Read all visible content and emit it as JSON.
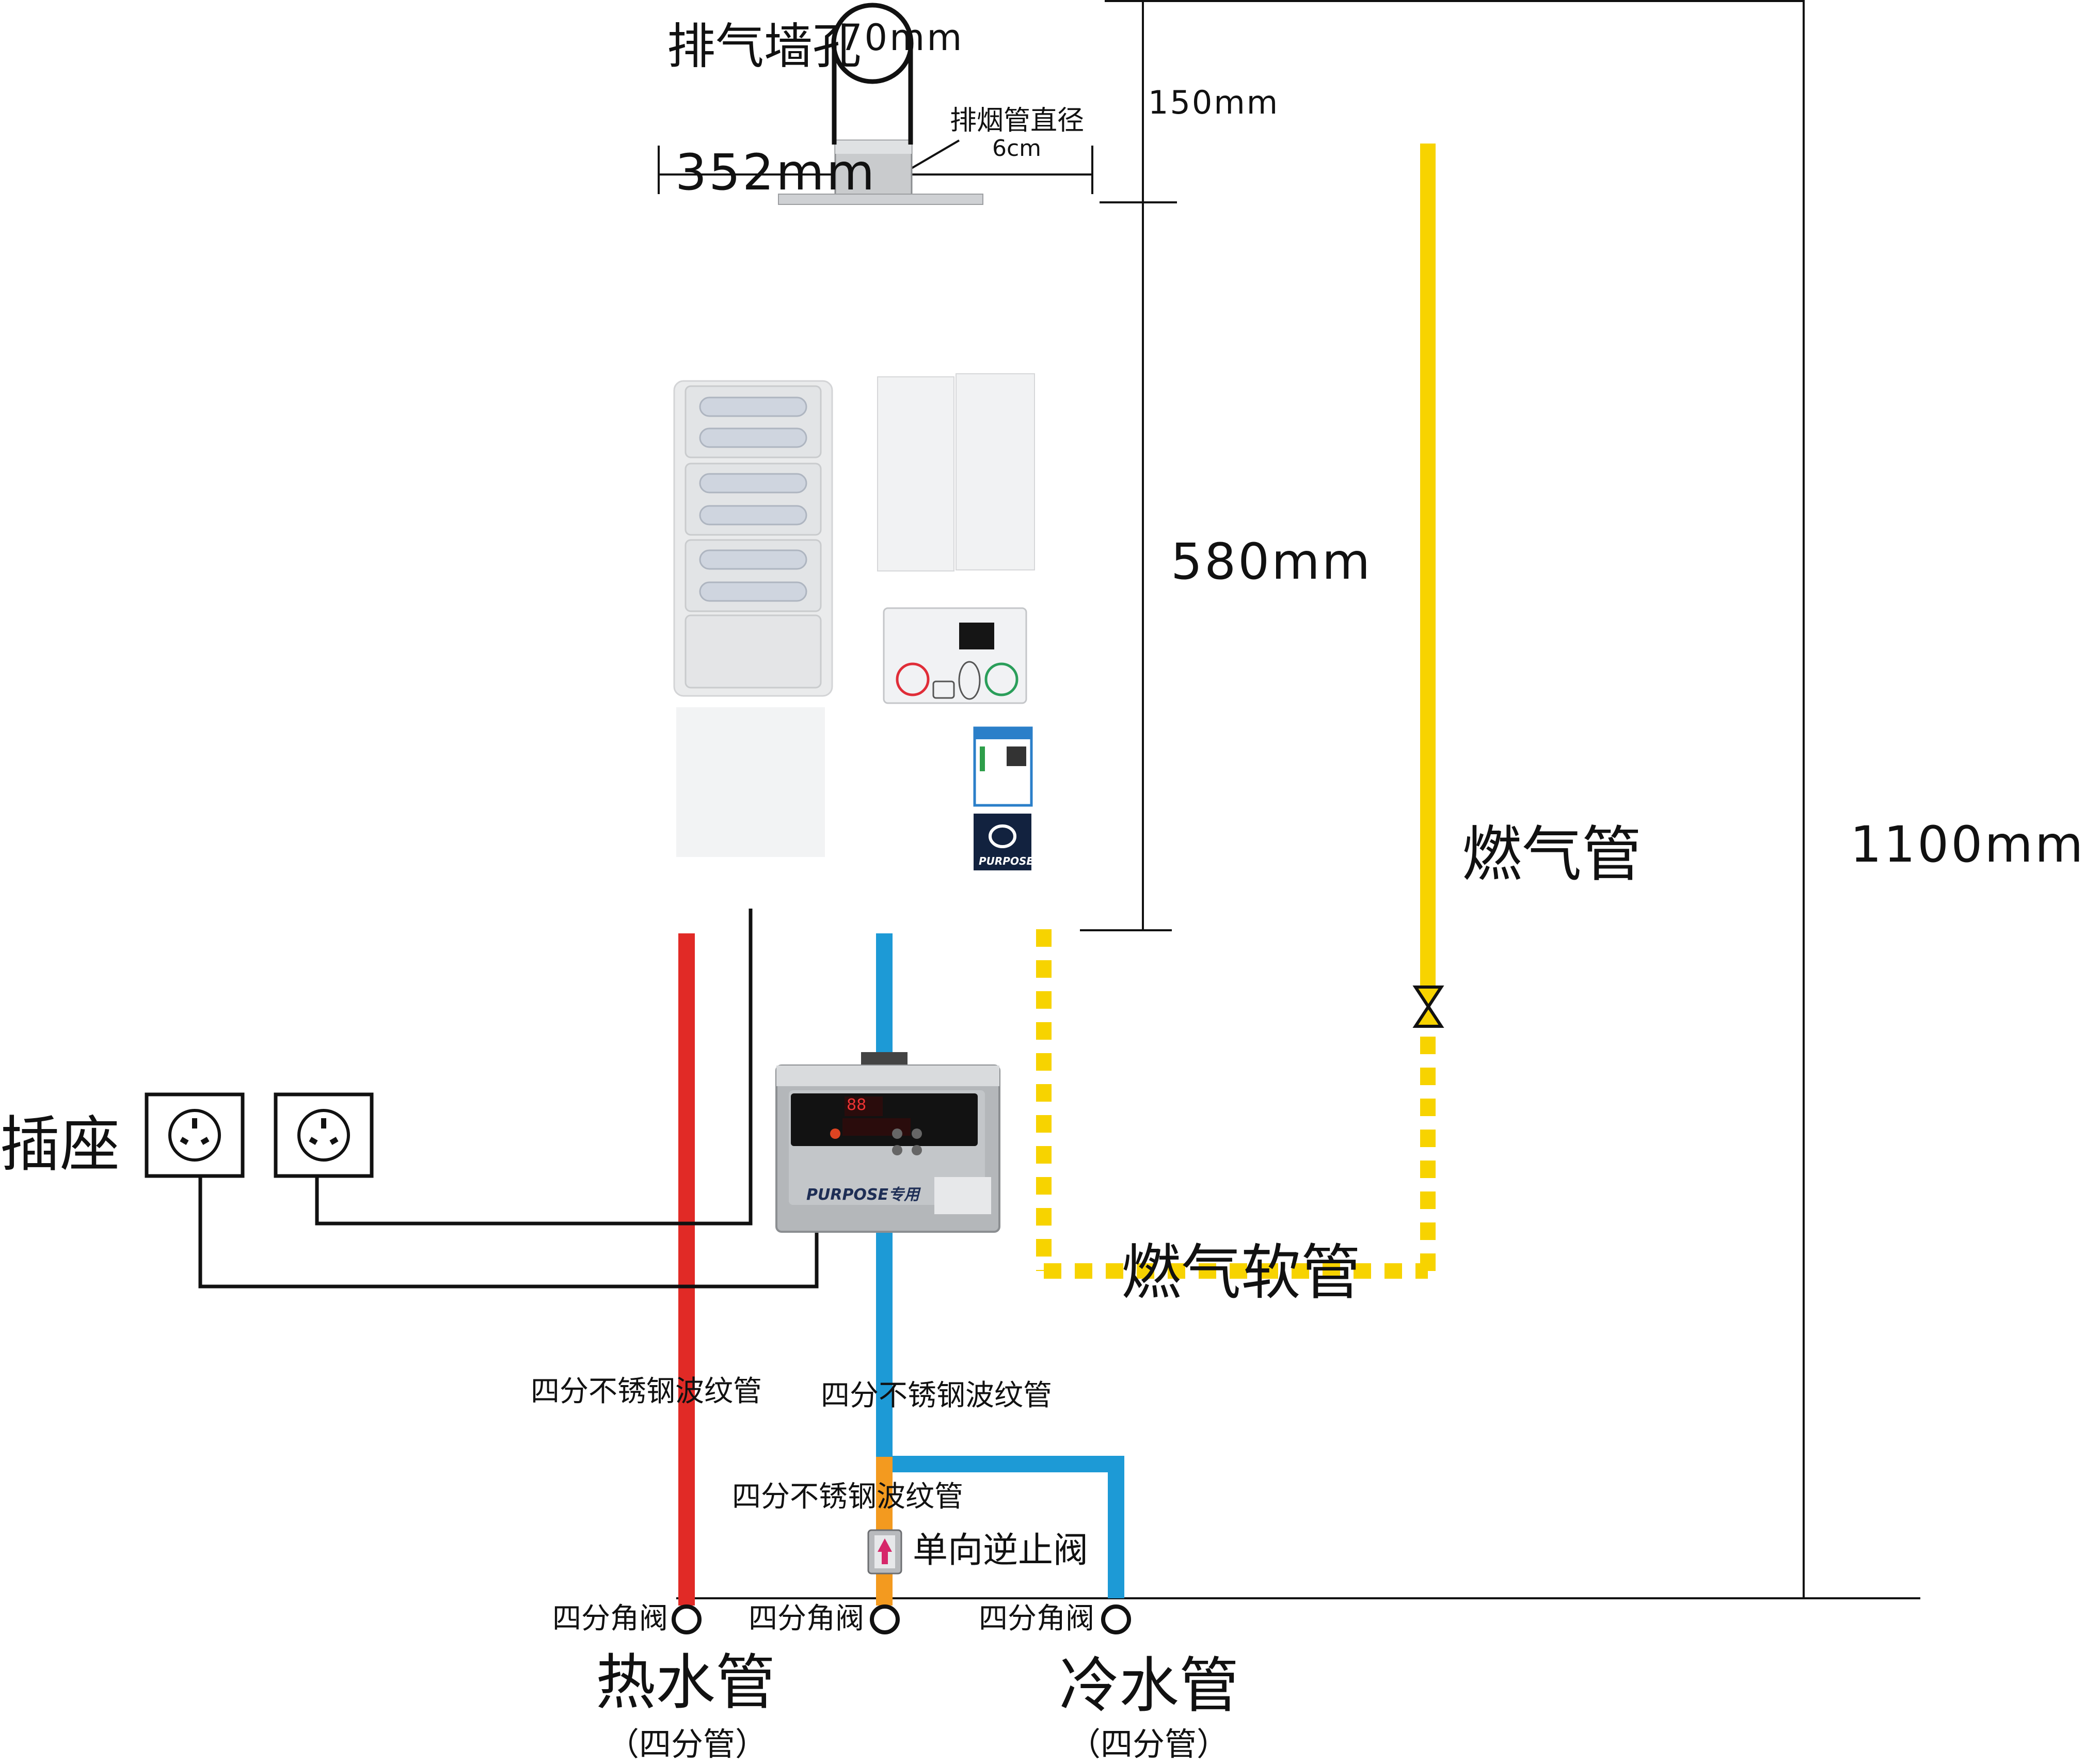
{
  "top": {
    "wall_hole_label": "排气墙孔",
    "wall_hole_size": "70mm",
    "flue_diameter_label": "排烟管直径",
    "flue_diameter_value": "6cm"
  },
  "dimensions": {
    "width": "352mm",
    "top_clearance": "150mm",
    "heater_height": "580mm",
    "total_height": "1100mm"
  },
  "gas": {
    "pipe_label": "燃气管",
    "hose_label": "燃气软管"
  },
  "power": {
    "socket_label": "插座"
  },
  "pipes": {
    "hot_pipe_spec": "四分不锈钢波纹管",
    "cold_pipe_spec": "四分不锈钢波纹管",
    "return_pipe_spec": "四分不锈钢波纹管",
    "check_valve_label": "单向逆止阀"
  },
  "valves": {
    "hot_valve": "四分角阀",
    "mid_valve": "四分角阀",
    "cold_valve": "四分角阀"
  },
  "bottom": {
    "hot_title": "热水管",
    "hot_sub": "（四分管）",
    "cold_title": "冷水管",
    "cold_sub": "（四分管）"
  },
  "heater": {
    "brand": "PURPOSE"
  },
  "pump": {
    "brand": "PURPOSE专用",
    "display": "88"
  },
  "colors": {
    "hot_pipe": "#e12a26",
    "cold_pipe": "#1d9ad6",
    "gas": "#f7d300",
    "return_pipe": "#f39a1f"
  }
}
